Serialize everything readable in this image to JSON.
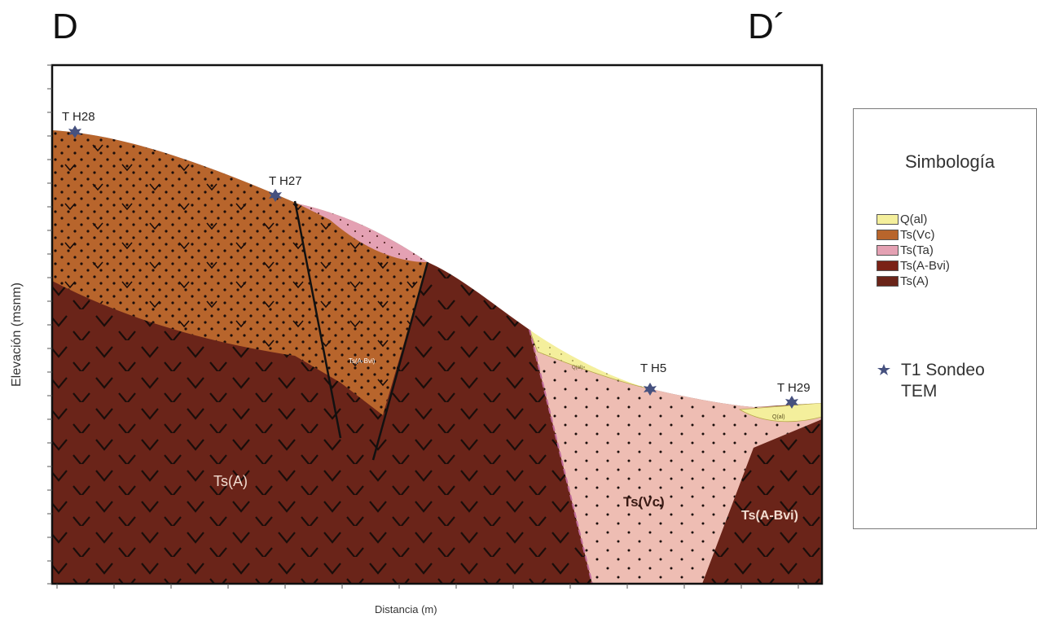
{
  "section": {
    "left_label": "D",
    "right_label": "D´",
    "x_axis_label": "Distancia (m)",
    "y_axis_label": "Elevación (msnm)"
  },
  "boreholes": [
    {
      "label": "T H28"
    },
    {
      "label": "T H27"
    },
    {
      "label": "T H5"
    },
    {
      "label": "T H29"
    }
  ],
  "unit_labels": {
    "ts_a": "Ts(A)",
    "ts_vc": "Ts(Vc)",
    "ts_a_bvi_right": "Ts(A-Bvi)",
    "ts_a_bvi_wedge": "Ts(A-Bvi)",
    "q_al_1": "Q(al)",
    "q_al_2": "Q(al)"
  },
  "legend": {
    "title": "Simbología",
    "items": [
      {
        "label": "Q(al)",
        "color": "#f4ef9c"
      },
      {
        "label": "Ts(Vc)",
        "color": "#b8652c"
      },
      {
        "label": "Ts(Ta)",
        "color": "#e4a1b3"
      },
      {
        "label": "Ts(A-Bvi)",
        "color": "#7a2217"
      },
      {
        "label": "Ts(A)",
        "color": "#6a2419"
      }
    ],
    "symbol_label": "T1 Sondeo TEM",
    "symbol_icon": "star-icon"
  },
  "colors": {
    "ts_a": "#6a2419",
    "ts_vc_orange": "#b8652c",
    "ts_vc_pink": "#eebdb3",
    "ts_ta": "#e4a1b3",
    "q_al": "#f4ef9c",
    "marker": "#46517f"
  }
}
